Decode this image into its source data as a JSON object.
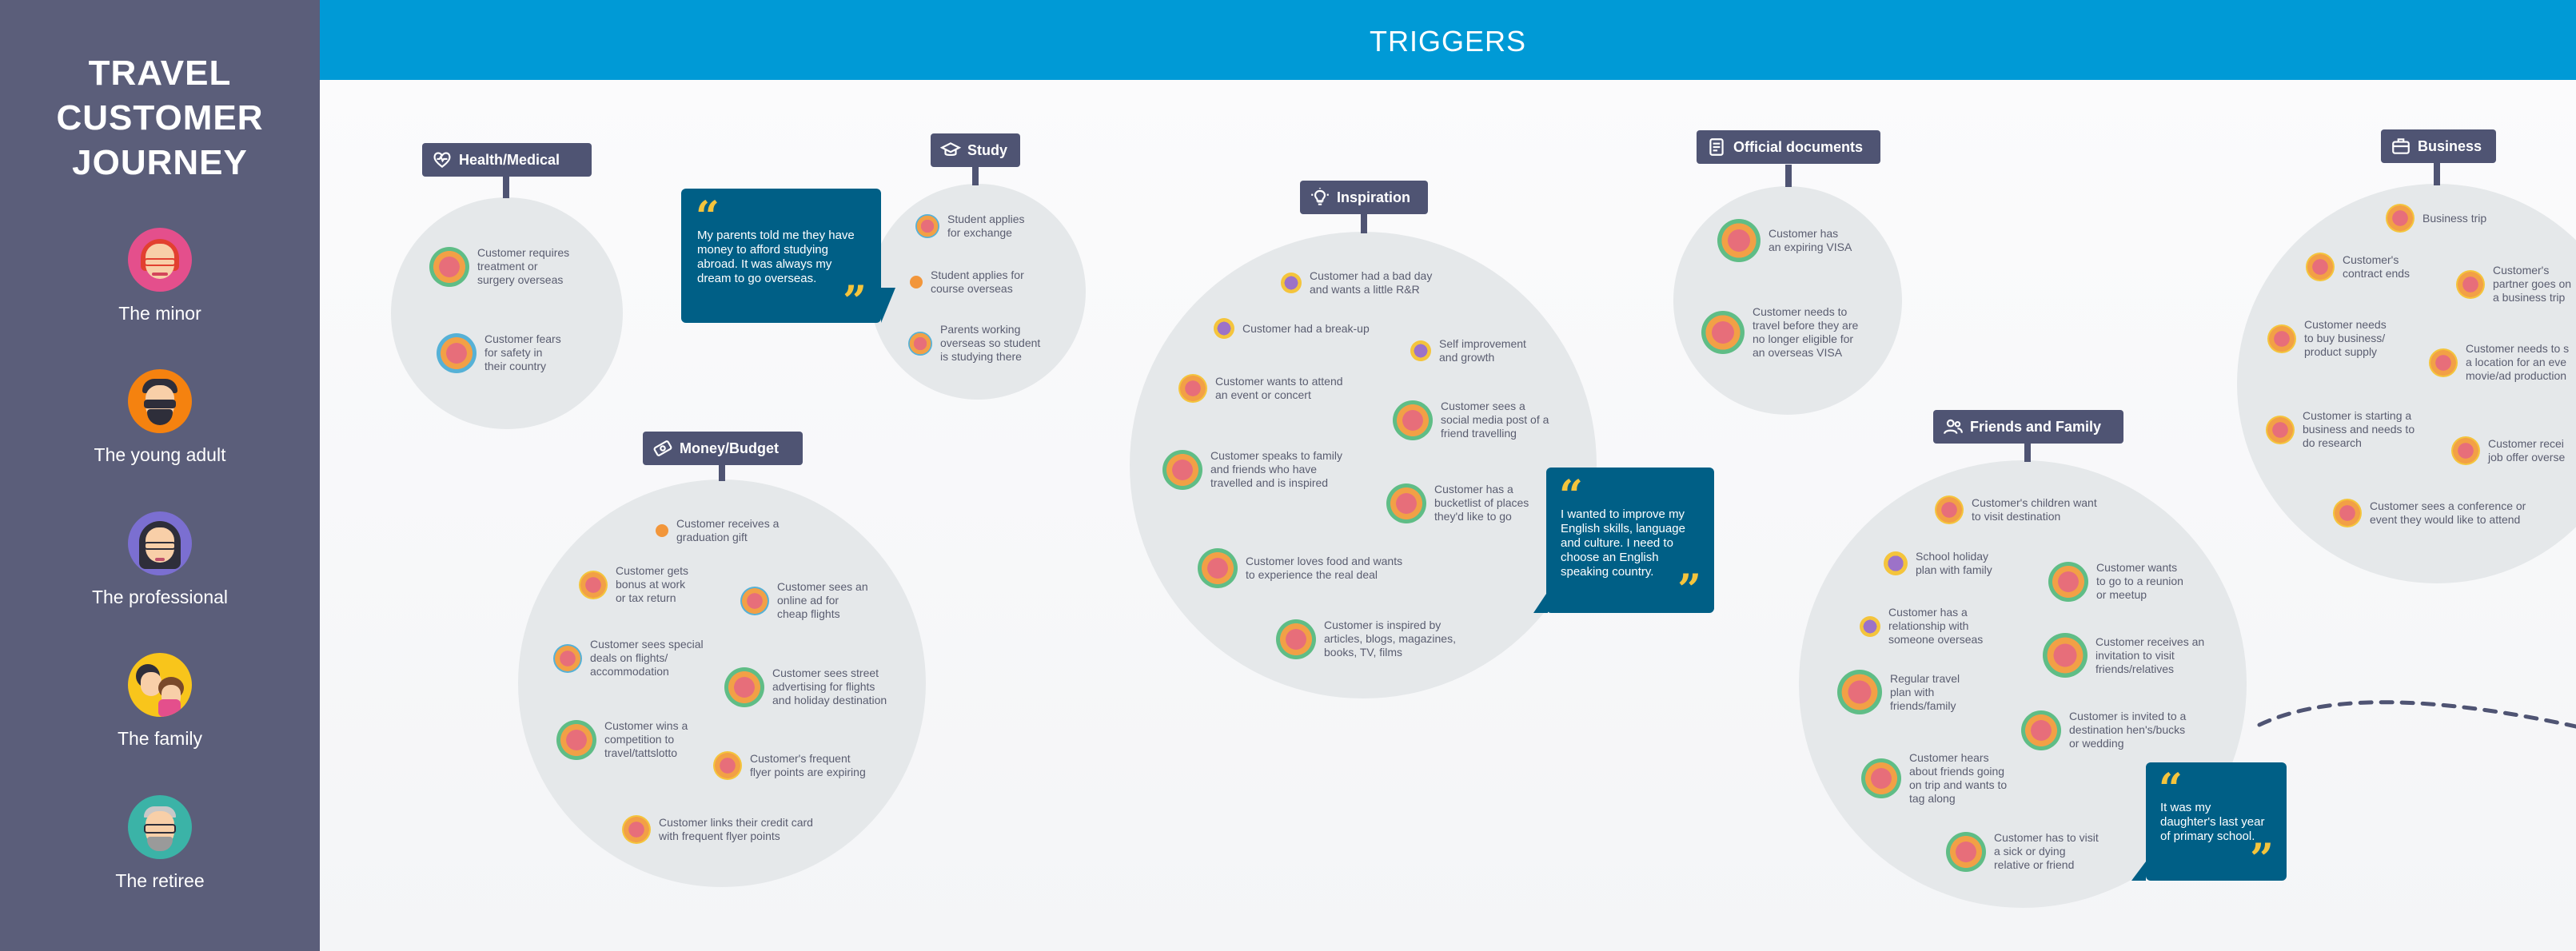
{
  "sidebar": {
    "title_line1": "TRAVEL",
    "title_line2": "CUSTOMER",
    "title_line3": "JOURNEY",
    "personas": [
      {
        "label": "The minor",
        "color": "#e44f8c"
      },
      {
        "label": "The young adult",
        "color": "#f5820f"
      },
      {
        "label": "The professional",
        "color": "#7b6fd1"
      },
      {
        "label": "The family",
        "color": "#f8c51b"
      },
      {
        "label": "The retiree",
        "color": "#3bb3a7"
      }
    ]
  },
  "header": {
    "title": "TRIGGERS"
  },
  "colors": {
    "sidebar": "#5b5e7a",
    "header": "#009ad6",
    "tag": "#4f5473",
    "quote": "#005f86",
    "quote_mark": "#f4c43c",
    "bubble": "#e5e8ea"
  },
  "groups": {
    "health": {
      "label": "Health/Medical",
      "icon": "heart-pulse-icon",
      "items": [
        {
          "text": [
            "Customer requires",
            "treatment or",
            "surgery overseas"
          ]
        },
        {
          "text": [
            "Customer fears",
            "for safety in",
            "their country"
          ]
        }
      ]
    },
    "study": {
      "label": "Study",
      "icon": "graduation-cap-icon",
      "items": [
        {
          "text": [
            "Student applies",
            "for exchange"
          ]
        },
        {
          "text": [
            "Student applies for",
            "course overseas"
          ]
        },
        {
          "text": [
            "Parents working",
            "overseas so student",
            "is studying there"
          ]
        }
      ]
    },
    "money": {
      "label": "Money/Budget",
      "icon": "money-icon",
      "items": [
        {
          "text": [
            "Customer receives a",
            "graduation gift"
          ]
        },
        {
          "text": [
            "Customer gets",
            "bonus at work",
            "or tax return"
          ]
        },
        {
          "text": [
            "Customer sees an",
            "online ad for",
            "cheap flights"
          ]
        },
        {
          "text": [
            "Customer sees special",
            "deals on flights/",
            "accommodation"
          ]
        },
        {
          "text": [
            "Customer sees street",
            "advertising for flights",
            "and holiday destination"
          ]
        },
        {
          "text": [
            "Customer wins a",
            "competition to",
            "travel/tattslotto"
          ]
        },
        {
          "text": [
            "Customer's frequent",
            "flyer points are expiring"
          ]
        },
        {
          "text": [
            "Customer links their credit card",
            "with frequent flyer points"
          ]
        }
      ]
    },
    "inspiration": {
      "label": "Inspiration",
      "icon": "lightbulb-icon",
      "items": [
        {
          "text": [
            "Customer had a bad day",
            "and wants a little R&R"
          ]
        },
        {
          "text": [
            "Customer had a break-up"
          ]
        },
        {
          "text": [
            "Self improvement",
            "and growth"
          ]
        },
        {
          "text": [
            "Customer wants to attend",
            "an event or concert"
          ]
        },
        {
          "text": [
            "Customer sees a",
            "social media post of a",
            "friend travelling"
          ]
        },
        {
          "text": [
            "Customer speaks to family",
            "and friends who have",
            "travelled and is inspired"
          ]
        },
        {
          "text": [
            "Customer has a",
            "bucketlist of places",
            "they'd like to go"
          ]
        },
        {
          "text": [
            "Customer loves food and wants",
            "to experience the real deal"
          ]
        },
        {
          "text": [
            "Customer is inspired by",
            "articles, blogs, magazines,",
            "books, TV, films"
          ]
        }
      ]
    },
    "official": {
      "label": "Official documents",
      "icon": "document-icon",
      "items": [
        {
          "text": [
            "Customer has",
            "an expiring VISA"
          ]
        },
        {
          "text": [
            "Customer needs to",
            "travel before they are",
            "no longer eligible for",
            "an overseas VISA"
          ]
        }
      ]
    },
    "friends": {
      "label": "Friends and Family",
      "icon": "people-icon",
      "items": [
        {
          "text": [
            "Customer's children want",
            "to visit destination"
          ]
        },
        {
          "text": [
            "School holiday",
            "plan with family"
          ]
        },
        {
          "text": [
            "Customer wants",
            "to go to a reunion",
            "or meetup"
          ]
        },
        {
          "text": [
            "Customer has a",
            "relationship with",
            "someone overseas"
          ]
        },
        {
          "text": [
            "Regular travel",
            "plan with",
            "friends/family"
          ]
        },
        {
          "text": [
            "Customer receives an",
            "invitation to visit",
            "friends/relatives"
          ]
        },
        {
          "text": [
            "Customer is invited to a",
            "destination hen's/bucks",
            "or wedding"
          ]
        },
        {
          "text": [
            "Customer hears",
            "about friends going",
            "on trip and wants to",
            "tag along"
          ]
        },
        {
          "text": [
            "Customer has to visit",
            "a sick or dying",
            "relative or friend"
          ]
        }
      ]
    },
    "business": {
      "label": "Business",
      "icon": "briefcase-icon",
      "items": [
        {
          "text": [
            "Business trip"
          ]
        },
        {
          "text": [
            "Customer's",
            "contract ends"
          ]
        },
        {
          "text": [
            "Customer's",
            "partner goes on",
            "a business trip"
          ]
        },
        {
          "text": [
            "Customer needs",
            "to buy business/",
            "product supply"
          ]
        },
        {
          "text": [
            "Customer needs to s",
            "a location for an eve",
            "movie/ad production"
          ]
        },
        {
          "text": [
            "Customer is starting a",
            "business and needs to",
            "do research"
          ]
        },
        {
          "text": [
            "Customer recei",
            "job offer overse"
          ]
        },
        {
          "text": [
            "Customer sees a conference or",
            "event they would like to attend"
          ]
        }
      ]
    }
  },
  "quotes": [
    {
      "text": [
        "My parents told me they have",
        "money to afford studying",
        "abroad. It was always my",
        "dream to go overseas."
      ]
    },
    {
      "text": [
        "I wanted to improve my",
        "English skills, language",
        "and culture. I need to",
        "choose an English",
        "speaking country."
      ]
    },
    {
      "text": [
        "It was my",
        "daughter's last year",
        "of primary school."
      ]
    }
  ],
  "quote_marks": {
    "open": "“",
    "close": "”"
  }
}
